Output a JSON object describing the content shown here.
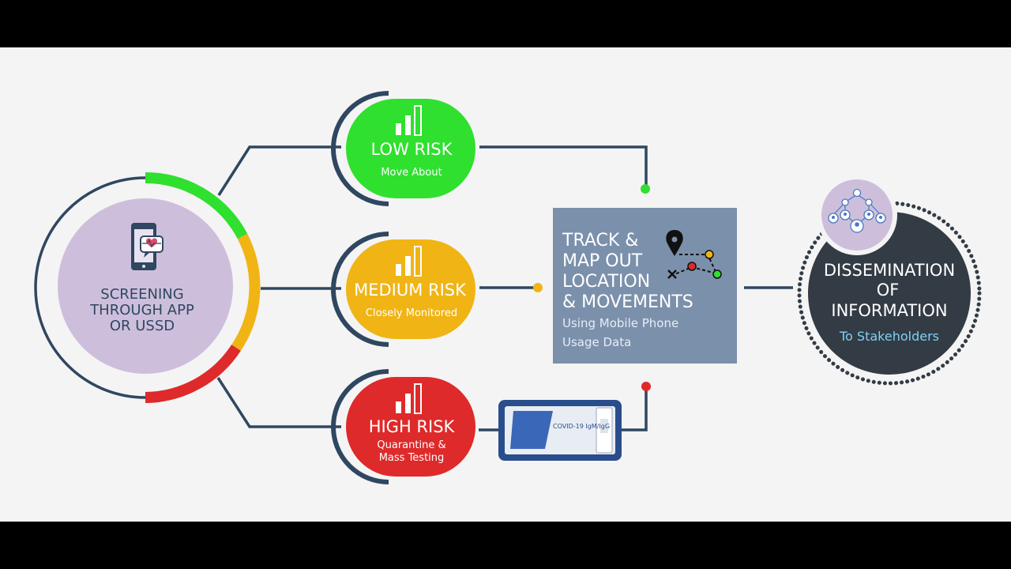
{
  "colors": {
    "background": "#f4f4f4",
    "letterbox": "#000000",
    "navy": "#2f4760",
    "screening_circle": "#cdbfdc",
    "low": "#2fe02f",
    "medium": "#f0b415",
    "high": "#de2a2a",
    "track_box": "#7b90ab",
    "dissem_circle": "#333b45",
    "stakeholders_text": "#7fd1f5",
    "white": "#ffffff"
  },
  "screening": {
    "line1": "SCREENING",
    "line2": "THROUGH APP",
    "line3": "OR USSD",
    "icon": "phone-heart-icon"
  },
  "risks": [
    {
      "key": "low",
      "title": "LOW RISK",
      "sub1": "Move About",
      "sub2": "",
      "icon": "bar-chart-icon"
    },
    {
      "key": "medium",
      "title": "MEDIUM RISK",
      "sub1": "Closely Monitored",
      "sub2": "",
      "icon": "bar-chart-icon"
    },
    {
      "key": "high",
      "title": "HIGH RISK",
      "sub1": "Quarantine &",
      "sub2": "Mass Testing",
      "icon": "bar-chart-icon"
    }
  ],
  "track": {
    "line1": "TRACK &",
    "line2": "MAP OUT",
    "line3": "LOCATION",
    "line4": "& MOVEMENTS",
    "sub1": "Using Mobile Phone",
    "sub2": "Usage Data",
    "icon": "map-route-icon"
  },
  "test_kit": {
    "label": "COVID-19 IgM/IgG",
    "icon": "test-kit-icon"
  },
  "dissemination": {
    "line1": "DISSEMINATION",
    "line2": "OF",
    "line3": "INFORMATION",
    "sub": "To Stakeholders",
    "icon": "network-people-icon"
  }
}
